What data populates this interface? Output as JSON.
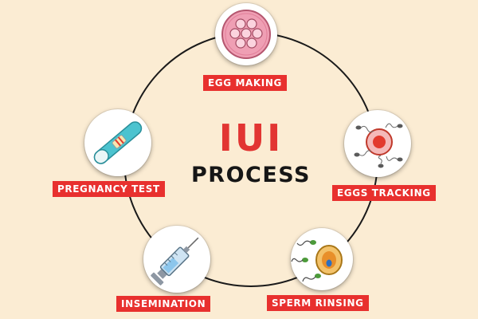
{
  "diagram": {
    "title": "IUI",
    "subtitle": "PROCESS",
    "steps": [
      {
        "label": "EGG MAKING",
        "icon": "egg-cell-icon"
      },
      {
        "label": "EGGS TRACKING",
        "icon": "egg-sperm-tracking-icon"
      },
      {
        "label": "SPERM RINSING",
        "icon": "sperm-rinsing-icon"
      },
      {
        "label": "INSEMINATION",
        "icon": "syringe-icon"
      },
      {
        "label": "PREGNANCY TEST",
        "icon": "pregnancy-test-icon"
      }
    ]
  },
  "colors": {
    "background": "#fbecd3",
    "accent": "#e8302e",
    "title": "#e23532",
    "text": "#161616"
  }
}
